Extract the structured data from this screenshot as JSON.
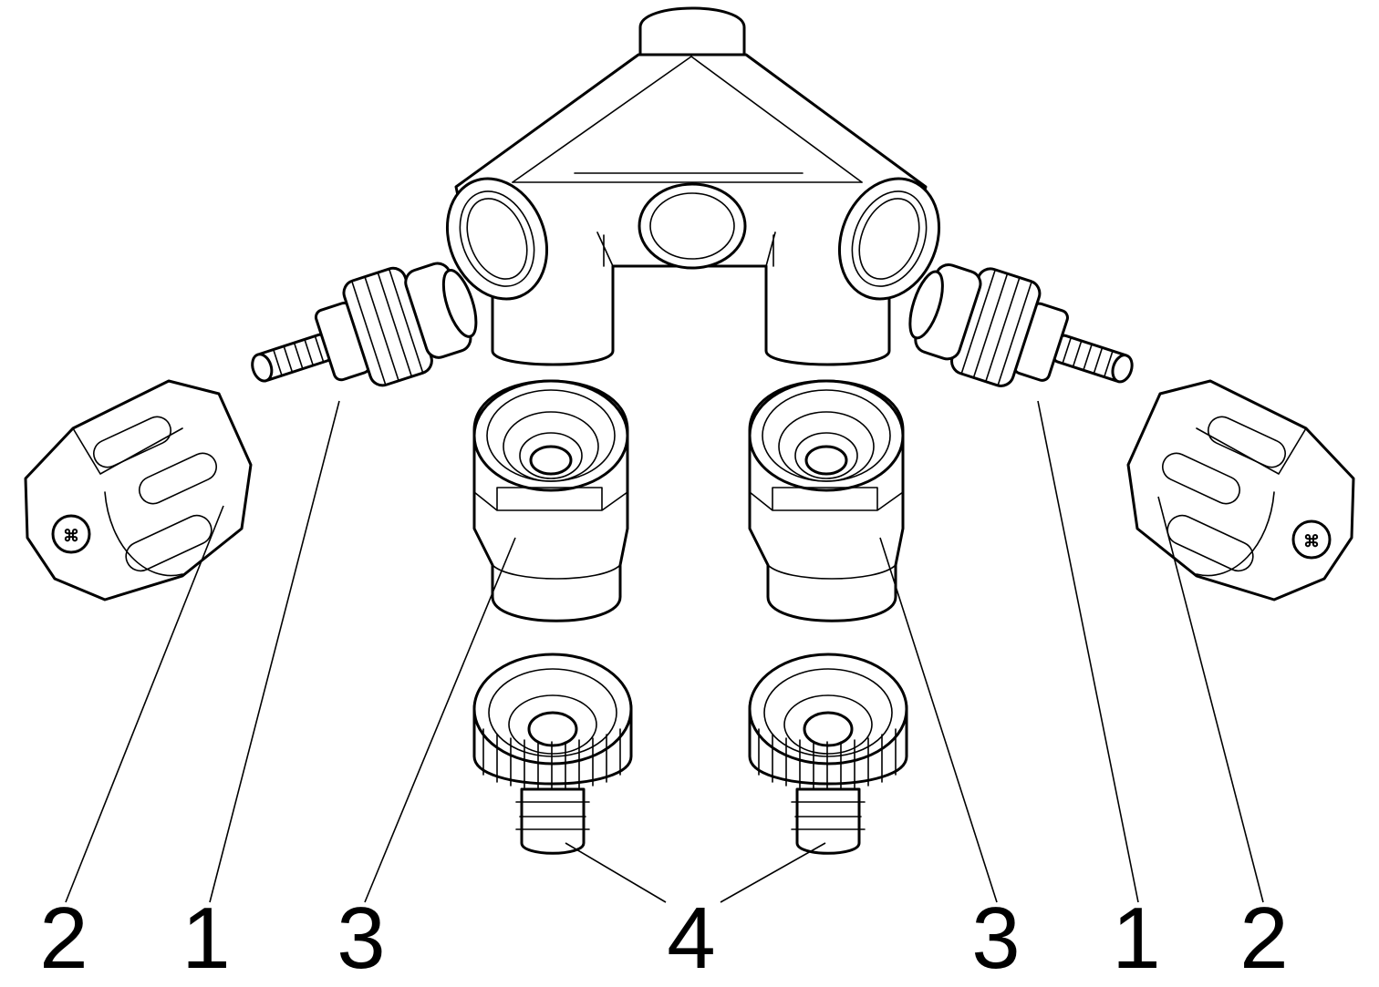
{
  "callouts": {
    "left_handle": "2",
    "left_cartridge": "1",
    "left_nut": "3",
    "hose_connectors": "4",
    "right_nut": "3",
    "right_cartridge": "1",
    "right_handle": "2"
  },
  "icons": {
    "body": "y-valve-body-icon",
    "cartridge": "valve-cartridge-icon",
    "handle": "handle-knob-icon",
    "nut": "union-nut-icon",
    "hose": "hose-connector-icon"
  },
  "colors": {
    "line": "#000000",
    "background": "#ffffff"
  }
}
